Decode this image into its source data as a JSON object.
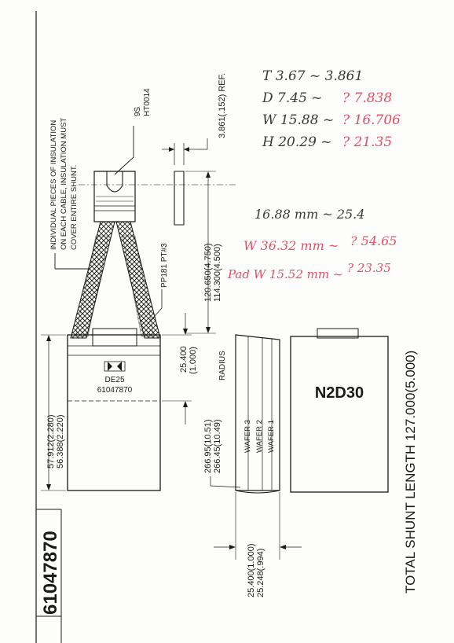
{
  "drawing": {
    "part_number": "61047870",
    "total_shunt_length": "TOTAL SHUNT LENGTH 127.000(5.000)",
    "model": "N2D30",
    "insulation_note": [
      "INDIVIDUAL PIECES OF INSULATION",
      "ON EACH CABLE, INSULATION MUST",
      "COVER ENTIRE SHUNT."
    ],
    "terminal_code": "9S",
    "terminal_part": "HT0014",
    "thickness_ref": "3.861(.152)  REF.",
    "shunt_length": [
      "120.650(4.750)",
      "114.300(4.500)"
    ],
    "shunt_part": "PP181  PT#3",
    "brush_length": [
      "57.912(2.280)",
      "56.388(2.220)"
    ],
    "top_height": [
      "25.400",
      "(1.000)"
    ],
    "radius_label": "RADIUS",
    "radius_values": [
      "266.95(10.51)",
      "266.45(10.49)"
    ],
    "stamp_code": "DE25",
    "stamp_part": "61047870",
    "wafers": [
      "WAFER 3",
      "WAFER 2",
      "WAFER 1"
    ],
    "brush_width": [
      "25.400(1.000)",
      "25.248(.994)"
    ]
  },
  "notes": {
    "lines": [
      {
        "text": "T 3.67 ~ 3.861",
        "color": "#3a3a3a"
      },
      {
        "text": "D 7.45 ~",
        "color": "#3a3a3a",
        "extra": "? 7.838",
        "extra_color": "#e0506a"
      },
      {
        "text": "W 15.88 ~",
        "color": "#3a3a3a",
        "extra": "? 16.706",
        "extra_color": "#e0506a"
      },
      {
        "text": "H 20.29 ~",
        "color": "#3a3a3a",
        "extra": "? 21.35",
        "extra_color": "#e0506a"
      },
      {
        "text": "16.88 mm ~ 25.4",
        "color": "#3a3a3a"
      },
      {
        "text": "W 36.32 mm ~",
        "color": "#e0506a",
        "extra": "? 54.65",
        "extra_color": "#e0506a"
      },
      {
        "text": "Pad W 15.52 mm ~",
        "color": "#e0506a",
        "extra": "? 23.35",
        "extra_color": "#e0506a"
      }
    ]
  }
}
